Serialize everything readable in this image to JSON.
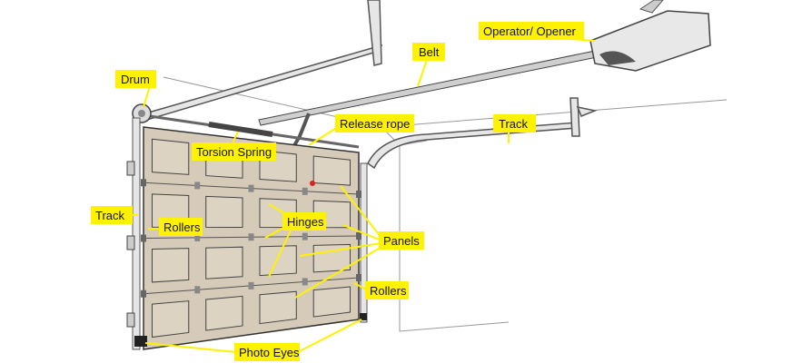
{
  "labels": {
    "operator": "Operator/ Opener",
    "belt": "Belt",
    "drum": "Drum",
    "release_rope": "Release rope",
    "track_right": "Track",
    "torsion_spring": "Torsion Spring",
    "track_left": "Track",
    "rollers_left": "Rollers",
    "hinges": "Hinges",
    "panels": "Panels",
    "rollers_right": "Rollers",
    "photo_eyes": "Photo Eyes"
  },
  "colors": {
    "label_bg": "#fff200",
    "door": "#d6cbb8",
    "opener": "#e8e8e8"
  }
}
